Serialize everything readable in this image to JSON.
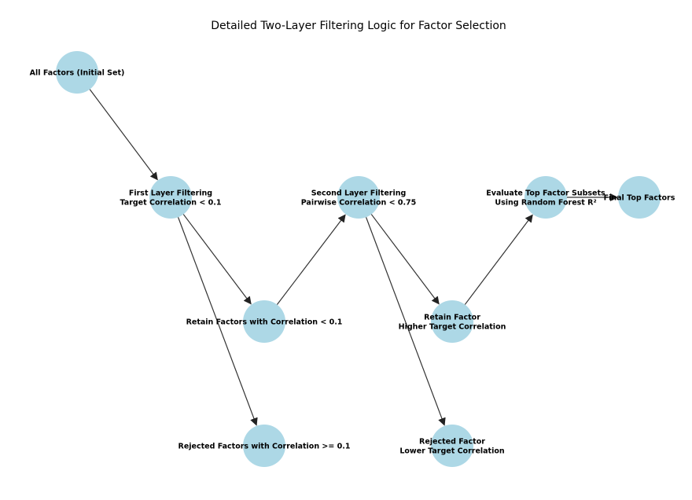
{
  "title": "Detailed Two-Layer Filtering Logic for Factor Selection",
  "colors": {
    "node_fill": "#add8e6",
    "edge": "#333333",
    "text": "#000000"
  },
  "nodes": [
    {
      "id": "all_factors",
      "lines": [
        "All Factors (Initial Set)"
      ]
    },
    {
      "id": "first_layer",
      "lines": [
        "First Layer Filtering",
        "Target Correlation < 0.1"
      ]
    },
    {
      "id": "retain_corr",
      "lines": [
        "Retain Factors with Correlation < 0.1"
      ]
    },
    {
      "id": "rejected_corr",
      "lines": [
        "Rejected Factors with Correlation >= 0.1"
      ]
    },
    {
      "id": "second_layer",
      "lines": [
        "Second Layer Filtering",
        "Pairwise Correlation < 0.75"
      ]
    },
    {
      "id": "retain_factor",
      "lines": [
        "Retain Factor",
        "Higher Target Correlation"
      ]
    },
    {
      "id": "rejected_factor",
      "lines": [
        "Rejected Factor",
        "Lower Target Correlation"
      ]
    },
    {
      "id": "evaluate",
      "lines": [
        "Evaluate Top Factor Subsets",
        "Using Random Forest R²"
      ]
    },
    {
      "id": "final",
      "lines": [
        "Final Top Factors"
      ]
    }
  ],
  "edges": [
    {
      "from": "all_factors",
      "to": "first_layer"
    },
    {
      "from": "first_layer",
      "to": "retain_corr"
    },
    {
      "from": "first_layer",
      "to": "rejected_corr"
    },
    {
      "from": "retain_corr",
      "to": "second_layer"
    },
    {
      "from": "second_layer",
      "to": "retain_factor"
    },
    {
      "from": "second_layer",
      "to": "rejected_factor"
    },
    {
      "from": "retain_factor",
      "to": "evaluate"
    },
    {
      "from": "evaluate",
      "to": "final"
    }
  ]
}
